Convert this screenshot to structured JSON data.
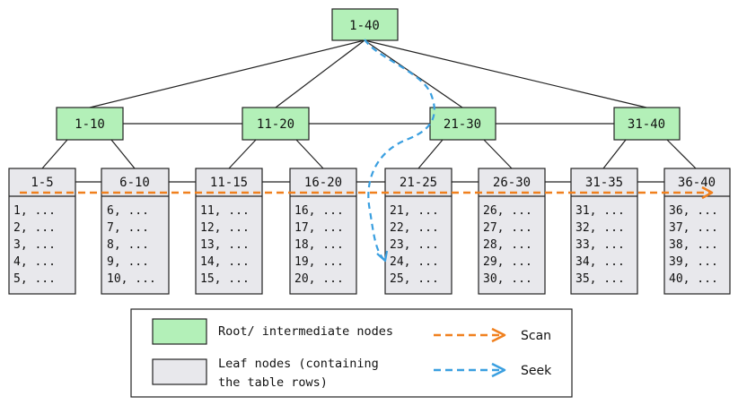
{
  "root": {
    "label": "1-40"
  },
  "intermediate": [
    {
      "label": "1-10"
    },
    {
      "label": "11-20"
    },
    {
      "label": "21-30"
    },
    {
      "label": "31-40"
    }
  ],
  "leaves": [
    {
      "label": "1-5",
      "rows": [
        "1, ...",
        "2, ...",
        "3, ...",
        "4, ...",
        "5, ..."
      ]
    },
    {
      "label": "6-10",
      "rows": [
        "6, ...",
        "7, ...",
        "8, ...",
        "9, ...",
        "10, ..."
      ]
    },
    {
      "label": "11-15",
      "rows": [
        "11, ...",
        "12, ...",
        "13, ...",
        "14, ...",
        "15, ..."
      ]
    },
    {
      "label": "16-20",
      "rows": [
        "16, ...",
        "17, ...",
        "18, ...",
        "19, ...",
        "20, ..."
      ]
    },
    {
      "label": "21-25",
      "rows": [
        "21, ...",
        "22, ...",
        "23, ...",
        "24, ...",
        "25, ..."
      ]
    },
    {
      "label": "26-30",
      "rows": [
        "26, ...",
        "27, ...",
        "28, ...",
        "29, ...",
        "30, ..."
      ]
    },
    {
      "label": "31-35",
      "rows": [
        "31, ...",
        "32, ...",
        "33, ...",
        "34, ...",
        "35, ..."
      ]
    },
    {
      "label": "36-40",
      "rows": [
        "36, ...",
        "37, ...",
        "38, ...",
        "39, ...",
        "40, ..."
      ]
    }
  ],
  "legend": {
    "node_label": "Root/ intermediate nodes",
    "leaf_label_line1": "Leaf nodes (containing",
    "leaf_label_line2": "the table rows)",
    "scan_label": "Scan",
    "seek_label": "Seek"
  },
  "colors": {
    "node_fill": "#b3f0b8",
    "leaf_fill": "#e8e8ec",
    "scan": "#f0801e",
    "seek": "#3a9fe0",
    "stroke": "#222222"
  }
}
